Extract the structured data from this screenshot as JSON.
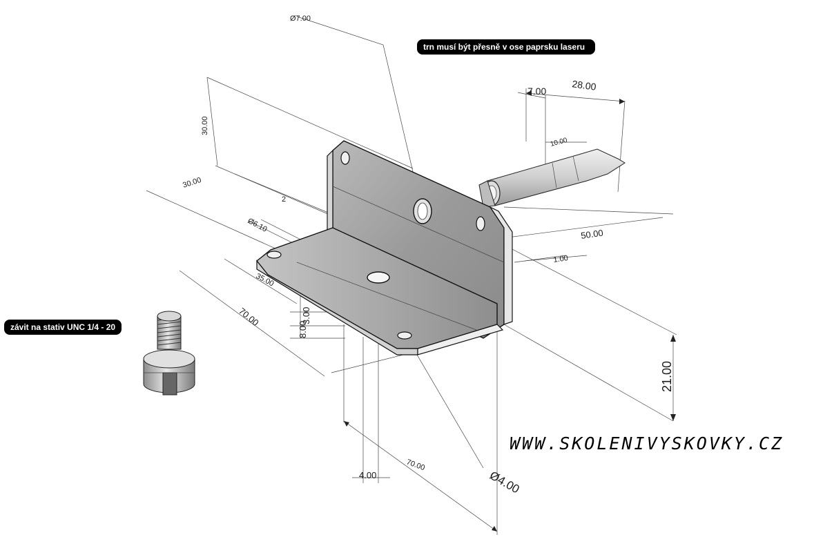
{
  "dimensions": {
    "pin_diameter": "Ø7.00",
    "height_30": "30.00",
    "depth_30": "30.00",
    "pin_length": "28.00",
    "pin_offset": "7.00",
    "pin_tip": "10.00",
    "hole_dia_610": "Ø6.10",
    "small_2": "2",
    "dim_35": "35.00",
    "dim_70_left": "70.00",
    "dim_3": "3.00",
    "dim_8": "8.00",
    "dim_50": "50.00",
    "dim_10": "1.00",
    "dim_21": "21.00",
    "dim_4": "4.00",
    "dim_70_bottom": "70.00",
    "hole_dia_4": "Ø4.00"
  },
  "callouts": {
    "pin_note": "trn musí být přesně v ose paprsku laseru",
    "thread_note": "závit na stativ UNC 1/4 - 20"
  },
  "website": "WWW.SKOLENIVYSKOVKY.CZ"
}
